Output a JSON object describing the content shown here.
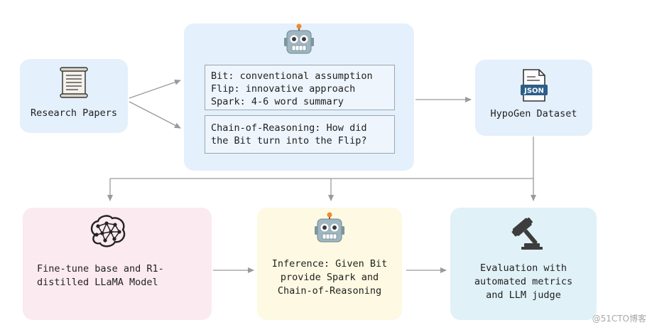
{
  "nodes": {
    "research_papers": {
      "label": "Research Papers"
    },
    "prompt": {
      "bit_flip_spark": [
        "Bit: conventional assumption",
        "Flip: innovative approach",
        "Spark: 4-6 word summary"
      ],
      "chain_of_reasoning": [
        "Chain-of-Reasoning: How did",
        "the Bit turn into the Flip?"
      ]
    },
    "dataset": {
      "label": "HypoGen Dataset",
      "icon_text": "JSON"
    },
    "finetune": {
      "label": "Fine-tune base and R1-\ndistilled LLaMA Model"
    },
    "inference": {
      "label": "Inference: Given Bit\nprovide Spark and\nChain-of-Reasoning"
    },
    "evaluation": {
      "label": "Evaluation with\nautomated metrics\nand LLM judge"
    }
  },
  "watermark": "@51CTO博客",
  "colors": {
    "blue_box": "#e4f0fc",
    "pink_box": "#fbeaf0",
    "yellow_box": "#fdf9e2",
    "cyan_box": "#e1f1f8",
    "arrow": "#9a9a9a"
  },
  "icons": [
    "scroll-icon",
    "robot-icon",
    "json-file-icon",
    "neural-brain-icon",
    "robot-icon",
    "gavel-icon"
  ]
}
